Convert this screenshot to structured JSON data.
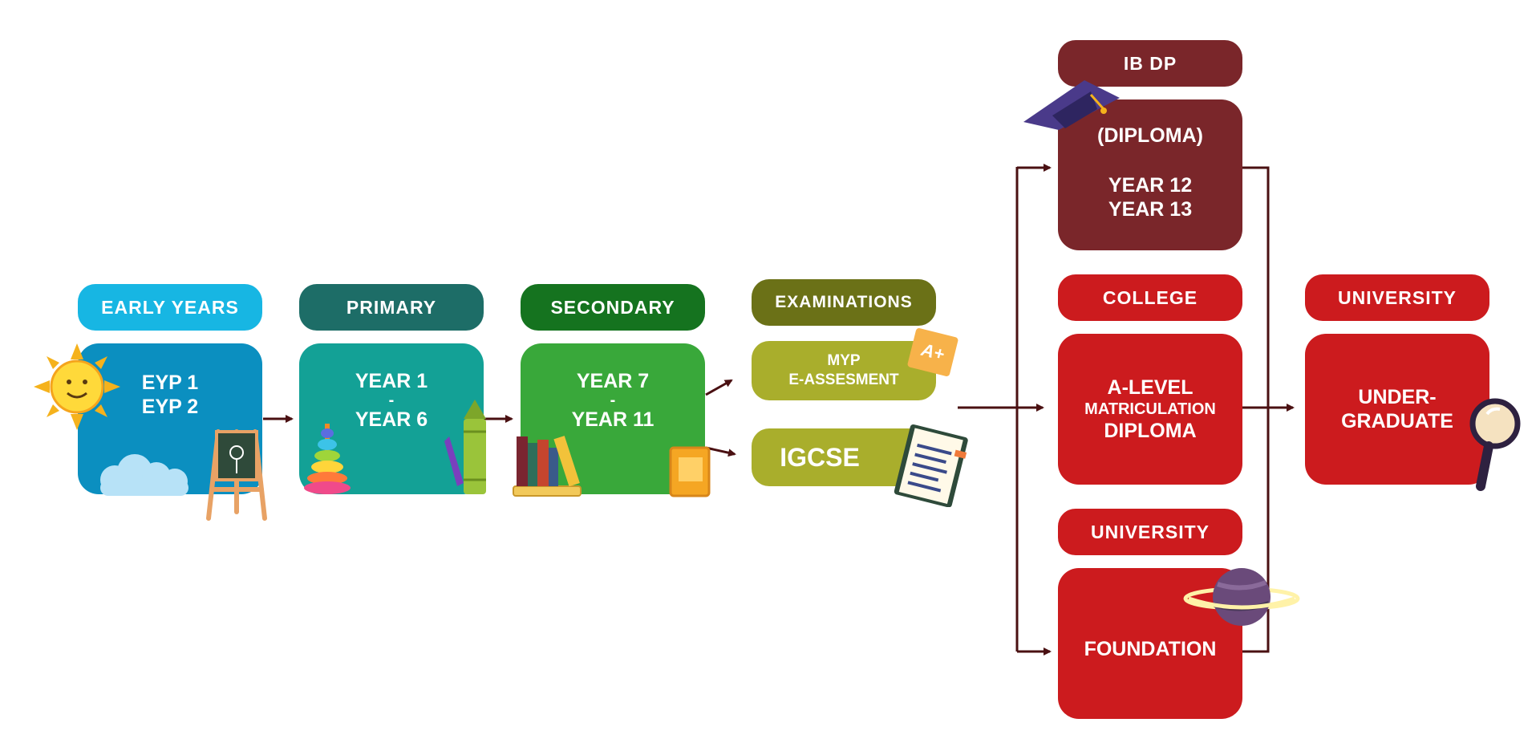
{
  "colors": {
    "early": "#17b6e3",
    "early_card": "#0b8fc0",
    "primary": "#1d6d67",
    "primary_card": "#13a196",
    "secondary": "#15731f",
    "secondary_card": "#39a83a",
    "exams": "#6b7117",
    "exams_card": "#a9ae2c",
    "ibdp": "#7a262a",
    "red": "#cc1b1e",
    "arrow": "#4a1012"
  },
  "early_years": {
    "label": "EARLY YEARS",
    "line1": "EYP 1",
    "line2": "EYP 2"
  },
  "primary": {
    "label": "PRIMARY",
    "line1": "YEAR 1",
    "line2": "-",
    "line3": "YEAR 6"
  },
  "secondary": {
    "label": "SECONDARY",
    "line1": "YEAR 7",
    "line2": "-",
    "line3": "YEAR 11"
  },
  "examinations": {
    "label": "EXAMINATIONS",
    "myp_line1": "MYP",
    "myp_line2": "E-ASSESMENT",
    "igcse": "IGCSE",
    "grade_badge": "A+"
  },
  "ibdp": {
    "label": "IB DP",
    "line1": "(DIPLOMA)",
    "line2": "YEAR 12",
    "line3": "YEAR 13"
  },
  "college": {
    "label": "COLLEGE",
    "line1": "A-LEVEL",
    "line2": "MATRICULATION",
    "line3": "DIPLOMA"
  },
  "foundation": {
    "label": "UNIVERSITY",
    "line1": "FOUNDATION"
  },
  "university": {
    "label": "UNIVERSITY",
    "line1": "UNDER-",
    "line2": "GRADUATE"
  },
  "icons": [
    "sun-icon",
    "cloud-icon",
    "easel-icon",
    "ring-stacker-icon",
    "crayon-icon",
    "books-icon",
    "book-icon",
    "grade-note-icon",
    "document-icon",
    "graduation-cap-icon",
    "planet-icon",
    "magnifier-icon"
  ]
}
